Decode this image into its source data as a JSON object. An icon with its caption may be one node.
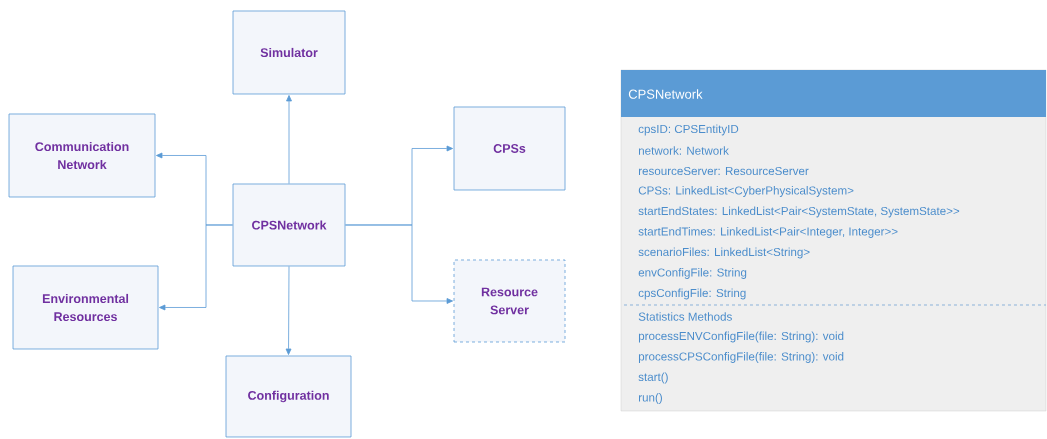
{
  "diagram": {
    "nodes": [
      {
        "text": [
          "Simulator"
        ]
      },
      {
        "text": [
          "Communication Network"
        ]
      },
      {
        "text": [
          "CPSs"
        ]
      },
      {
        "text": [
          "CPSNetwork"
        ]
      },
      {
        "text": [
          "Environmental Resources"
        ]
      },
      {
        "text": [
          "Resource Server"
        ]
      },
      {
        "text": [
          "Configuration"
        ]
      },
      {
        "text": [
          "CPSNetwork",
          "cpsID: CPSEntityID",
          "network: Network",
          "resourceServer: ResourceServer",
          "CPSs: LinkedList<CyberPhysicalSystem>",
          "startEndStates: LinkedList<Pair<SystemState, SystemState>>",
          "startEndTimes: LinkedList<Pair<Integer, Integer>>",
          "scenarioFiles: LinkedList<String>",
          "envConfigFile: String",
          "cpsConfigFile: String",
          "Statistics Methods",
          "processENVConfigFile(file: String): void",
          "processCPSConfigFile(file: String): void",
          "start()",
          "run()"
        ]
      }
    ],
    "edges": [
      {
        "from": 3,
        "to": 0,
        "arrow": "to"
      },
      {
        "from": 3,
        "to": 1,
        "arrow": "to"
      },
      {
        "from": 3,
        "to": 2,
        "arrow": "to"
      },
      {
        "from": 3,
        "to": 4,
        "arrow": "to"
      },
      {
        "from": 3,
        "to": 5,
        "arrow": "to"
      },
      {
        "from": 3,
        "to": 6,
        "arrow": "to"
      }
    ]
  }
}
